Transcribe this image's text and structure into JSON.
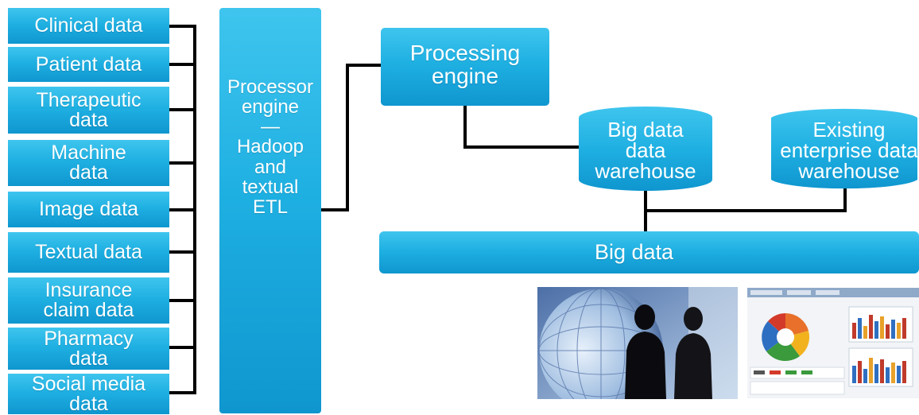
{
  "sources": [
    {
      "label": "Clinical data"
    },
    {
      "label": "Patient data"
    },
    {
      "label": "Therapeutic\ndata"
    },
    {
      "label": "Machine\ndata"
    },
    {
      "label": "Image data"
    },
    {
      "label": "Textual data"
    },
    {
      "label": "Insurance\nclaim data"
    },
    {
      "label": "Pharmacy\ndata"
    },
    {
      "label": "Social media\ndata"
    }
  ],
  "processor": {
    "label": "Processor\nengine\n—\nHadoop\nand\ntextual\nETL"
  },
  "processing_engine": {
    "label": "Processing\nengine"
  },
  "big_data_warehouse": {
    "line1": "Big data",
    "line2": "data",
    "line3": "warehouse"
  },
  "existing_warehouse": {
    "line1": "Existing",
    "line2": "enterprise data",
    "line3": "warehouse"
  },
  "big_data_bar": {
    "label": "Big data"
  },
  "colors": {
    "box_light": "#3fc5ee",
    "box_dark": "#0f96cf",
    "connector": "#000000"
  },
  "images": [
    {
      "icon": "business-people-globe-photo"
    },
    {
      "icon": "analytics-dashboard-screenshot"
    }
  ]
}
